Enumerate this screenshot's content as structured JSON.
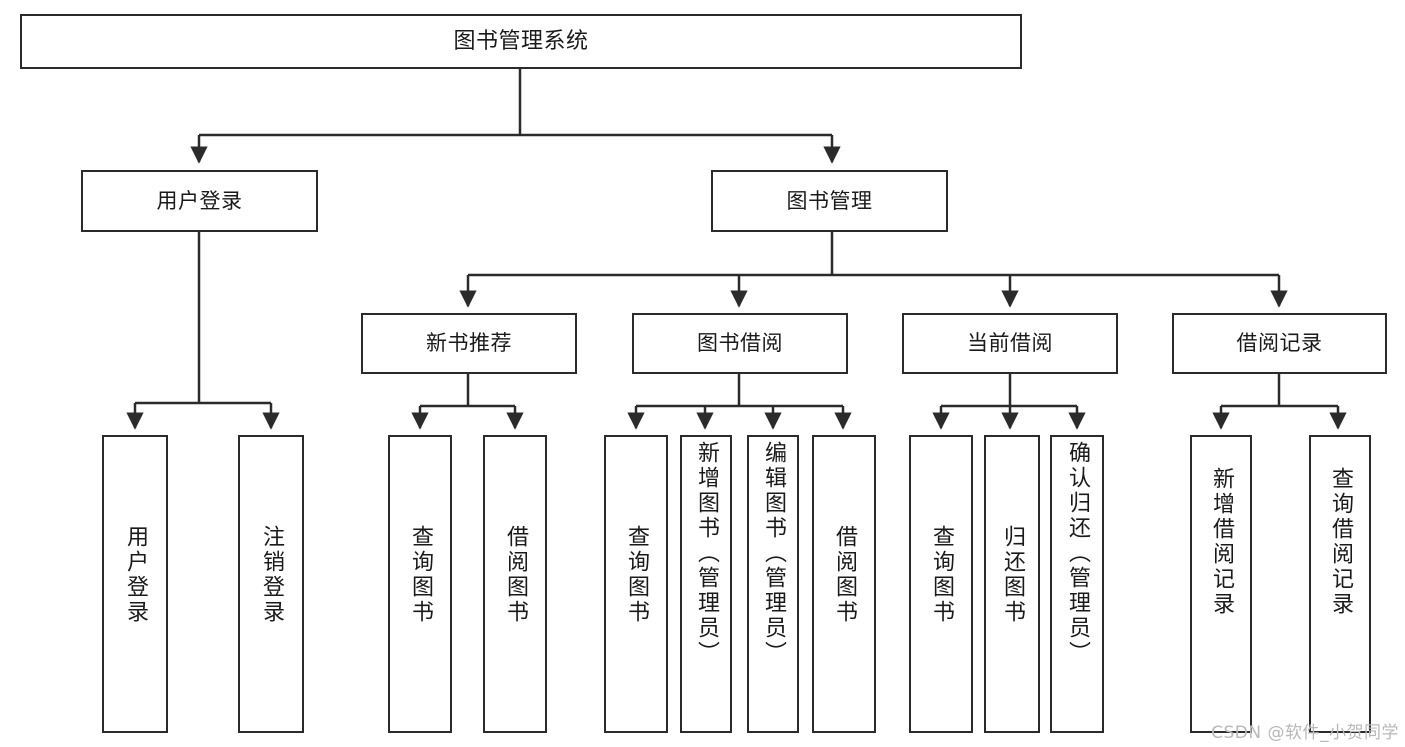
{
  "diagram": {
    "title": "图书管理系统",
    "type": "tree-hierarchy-chart",
    "stroke_color": "#2b2b2b",
    "fill_color": "#ffffff",
    "text_color": "#1a1a1a"
  },
  "nodes": {
    "root": {
      "label": "图书管理系统"
    },
    "level2": [
      {
        "id": "user-login",
        "label": "用户登录"
      },
      {
        "id": "book-management",
        "label": "图书管理"
      }
    ],
    "level3": [
      {
        "id": "new-book-recommend",
        "label": "新书推荐"
      },
      {
        "id": "book-borrow",
        "label": "图书借阅"
      },
      {
        "id": "current-borrow",
        "label": "当前借阅"
      },
      {
        "id": "borrow-record",
        "label": "借阅记录"
      }
    ],
    "leaves": [
      {
        "id": "leaf-user-login",
        "label": "用户登录"
      },
      {
        "id": "leaf-logout",
        "label": "注销登录"
      },
      {
        "id": "leaf-query-book-1",
        "label": "查询图书"
      },
      {
        "id": "leaf-borrow-book-1",
        "label": "借阅图书"
      },
      {
        "id": "leaf-query-book-2",
        "label": "查询图书"
      },
      {
        "id": "leaf-add-book",
        "label": "新增图书（管理员）"
      },
      {
        "id": "leaf-edit-book",
        "label": "编辑图书（管理员）"
      },
      {
        "id": "leaf-borrow-book-2",
        "label": "借阅图书"
      },
      {
        "id": "leaf-query-book-3",
        "label": "查询图书"
      },
      {
        "id": "leaf-return-book",
        "label": "归还图书"
      },
      {
        "id": "leaf-confirm-return",
        "label": "确认归还（管理员）"
      },
      {
        "id": "leaf-add-record",
        "label": "新增借阅记录"
      },
      {
        "id": "leaf-query-record",
        "label": "查询借阅记录"
      }
    ]
  },
  "watermark": {
    "text": "CSDN @软件_小贺同学"
  }
}
